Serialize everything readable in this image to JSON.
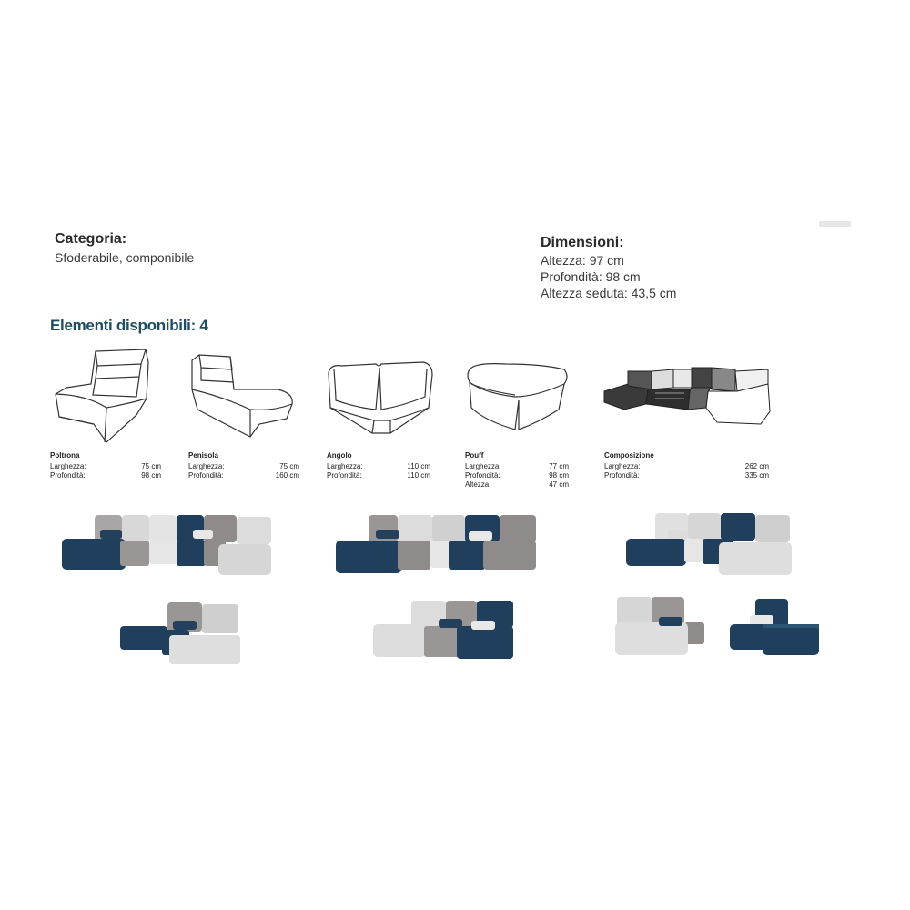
{
  "categoria": {
    "label": "Categoria:",
    "value": "Sfoderabile, componibile"
  },
  "dimensioni": {
    "label": "Dimensioni:",
    "lines": [
      "Altezza: 97 cm",
      "Profondità: 98 cm",
      "Altezza seduta: 43,5 cm"
    ]
  },
  "elementi_title": "Elementi disponibili: 4",
  "elements": [
    {
      "name": "Poltrona",
      "rows": [
        {
          "k": "Larghezza:",
          "v": "75 cm"
        },
        {
          "k": "Profondità:",
          "v": "98 cm"
        }
      ]
    },
    {
      "name": "Penisola",
      "rows": [
        {
          "k": "Larghezza:",
          "v": "75 cm"
        },
        {
          "k": "Profondità:",
          "v": "160 cm"
        }
      ]
    },
    {
      "name": "Angolo",
      "rows": [
        {
          "k": "Larghezza:",
          "v": "110 cm"
        },
        {
          "k": "Profondità:",
          "v": "110 cm"
        }
      ]
    },
    {
      "name": "Pouff",
      "rows": [
        {
          "k": "Larghezza:",
          "v": "77 cm"
        },
        {
          "k": "Profondità:",
          "v": "98 cm"
        },
        {
          "k": "Altezza:",
          "v": "47 cm"
        }
      ]
    },
    {
      "name": "Composizione",
      "rows": [
        {
          "k": "Larghezza:",
          "v": "262 cm"
        },
        {
          "k": "Profondità:",
          "v": "335 cm"
        }
      ]
    }
  ],
  "colors": {
    "heading_blue": "#1f4e63",
    "velvet_blue": "#1f3f5c",
    "light_grey": "#d9d9d9",
    "mid_grey": "#9a9696"
  },
  "icons": [
    "poltrona-drawing-icon",
    "penisola-drawing-icon",
    "angolo-drawing-icon",
    "pouff-drawing-icon",
    "composizione-drawing-icon"
  ]
}
